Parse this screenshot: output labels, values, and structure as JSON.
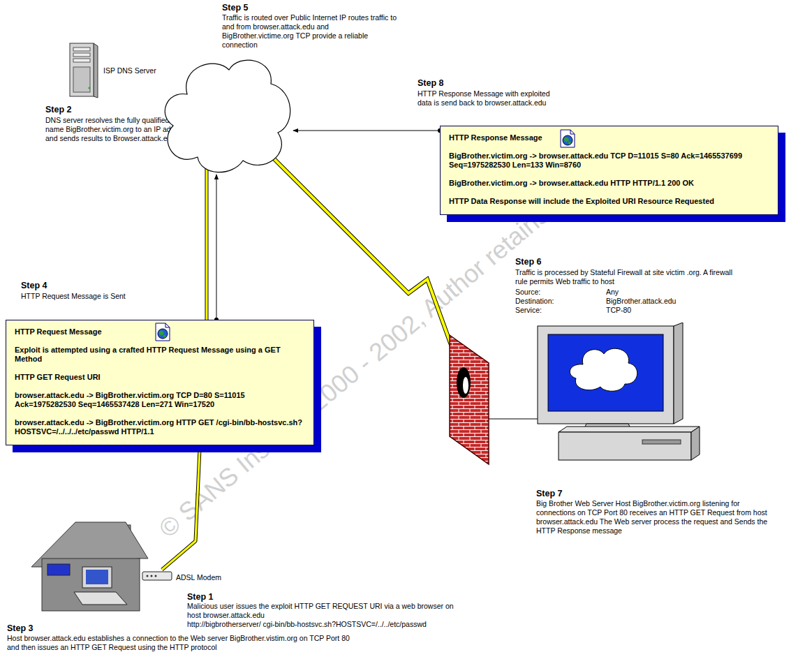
{
  "diagram": {
    "nodes": [
      {
        "text": [
          "Step 5",
          "Traffic is routed over Public Internet IP routes traffic to and from browser.attack.edu and BigBrother.victime.org TCP provide a reliable connection"
        ]
      },
      {
        "text": [
          "ISP DNS Server"
        ]
      },
      {
        "text": [
          "HTTP Response Message",
          "BigBrother.victim.org -> browser.attack.edu TCP D=11015 S=80 Ack=1465537699 Seq=1975282530 Len=133 Win=8760",
          "BigBrother.victim.org -> browser.attack.edu HTTP HTTP/1.1 200 OK",
          "HTTP Data Response will include the Exploited URI Resource Requested"
        ]
      },
      {
        "text": [
          "HTTP Request Message",
          "Exploit is attempted using a crafted HTTP Request Message using a GET Method",
          "HTTP GET Request URI",
          "browser.attack.edu -> BigBrother.victim.org TCP D=80 S=11015 Ack=1975282530 Seq=1465537428 Len=271 Win=17520",
          "browser.attack.edu -> BigBrother.victim.org HTTP GET /cgi-bin/bb-hostsvc.sh?HOSTSVC=/../../../etc/passwd HTTP/1.1"
        ]
      },
      {
        "text": [
          "Step 7",
          "Big Brother Web Server Host BigBrother.victim.org listening for connections on TCP Port 80 receives an HTTP GET Request from host browser.attack.edu The Web server process the request and Sends the HTTP Response message"
        ]
      },
      {
        "text": [
          "ADSL Modem"
        ]
      }
    ],
    "edges": [
      {
        "from": 3,
        "to": 0,
        "arrow": "to"
      },
      {
        "from": 2,
        "to": 0,
        "arrow": "to"
      }
    ],
    "labels": [
      "Step 2",
      "DNS server resolves the fully qualified domain name BigBrother.victim.org to an IP address and sends results to Browser.attack.edu",
      "Step 4",
      "HTTP Request Message is Sent",
      "Step 8",
      "HTTP Response Message with exploited data is send back to browser.attack.edu",
      "Step 6",
      "Traffic is processed by Stateful Firewall at site victim .org. A firewall rule permits Web traffic to host",
      "Source:",
      "Any",
      "Destination:",
      "BigBrother.attack.edu",
      "Service:",
      "TCP-80",
      "Step 1",
      "Malicious user issues the exploit HTTP GET REQUEST URI via a web browser on host browser.attack.edu",
      "http://bigbrotherserver/ cgi-bin/bb-hostsvc.sh?HOSTSVC=/../../etc/passwd",
      "Step 3",
      "Host browser.attack.edu establishes a connection to the Web server BigBrother.vistim.org on TCP Port 80 and then issues an HTTP GET Request using the HTTP protocol",
      "© SANS Institute 2000 - 2002, Author retains full rights."
    ]
  }
}
